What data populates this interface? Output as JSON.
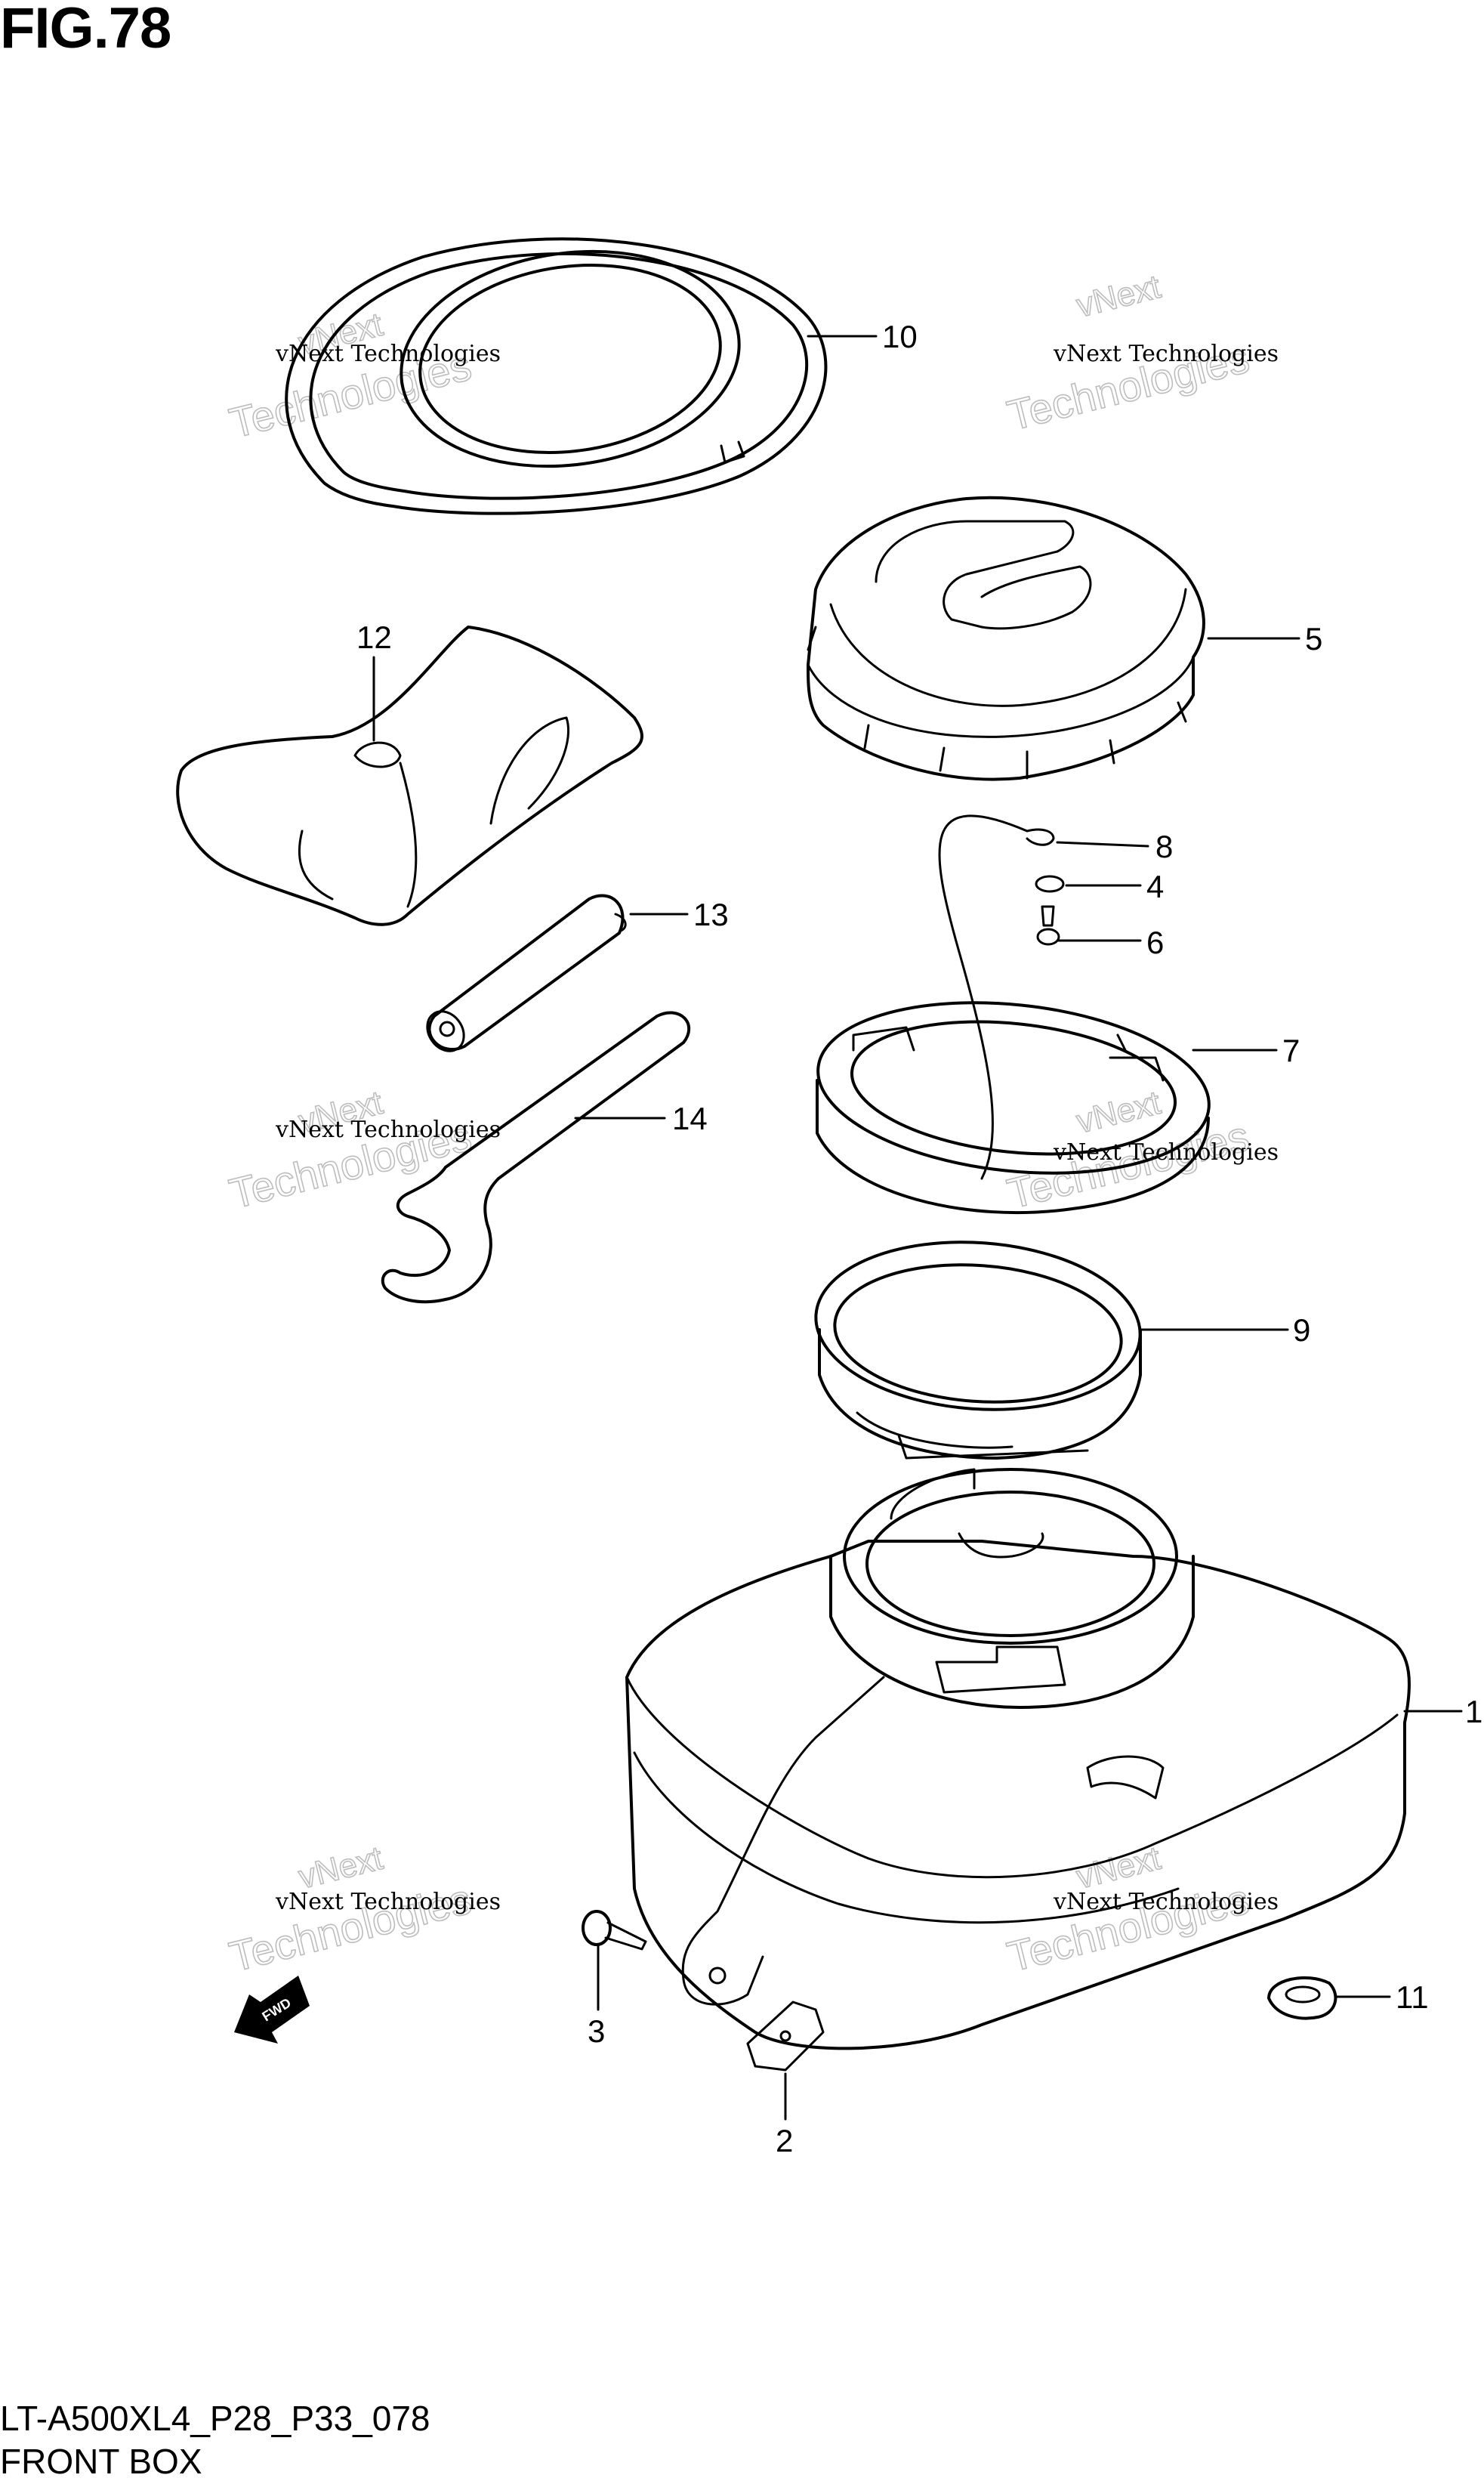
{
  "figure": {
    "title": "FIG.78",
    "code": "LT-A500XL4_P28_P33_078",
    "name": "FRONT BOX"
  },
  "watermark": {
    "line1": "vNext Technologies",
    "line2": "Technologies",
    "line3": "vNext"
  },
  "fwd_label": "FWD",
  "callouts": [
    {
      "number": "1",
      "part": "box"
    },
    {
      "number": "2",
      "part": "clip"
    },
    {
      "number": "3",
      "part": "screw"
    },
    {
      "number": "4",
      "part": "washer"
    },
    {
      "number": "5",
      "part": "cap"
    },
    {
      "number": "6",
      "part": "screw"
    },
    {
      "number": "7",
      "part": "ring"
    },
    {
      "number": "8",
      "part": "cord-terminal"
    },
    {
      "number": "9",
      "part": "seal-ring"
    },
    {
      "number": "10",
      "part": "gasket"
    },
    {
      "number": "11",
      "part": "grommet"
    },
    {
      "number": "12",
      "part": "tool-bag"
    },
    {
      "number": "13",
      "part": "tool"
    },
    {
      "number": "14",
      "part": "wrench"
    }
  ]
}
